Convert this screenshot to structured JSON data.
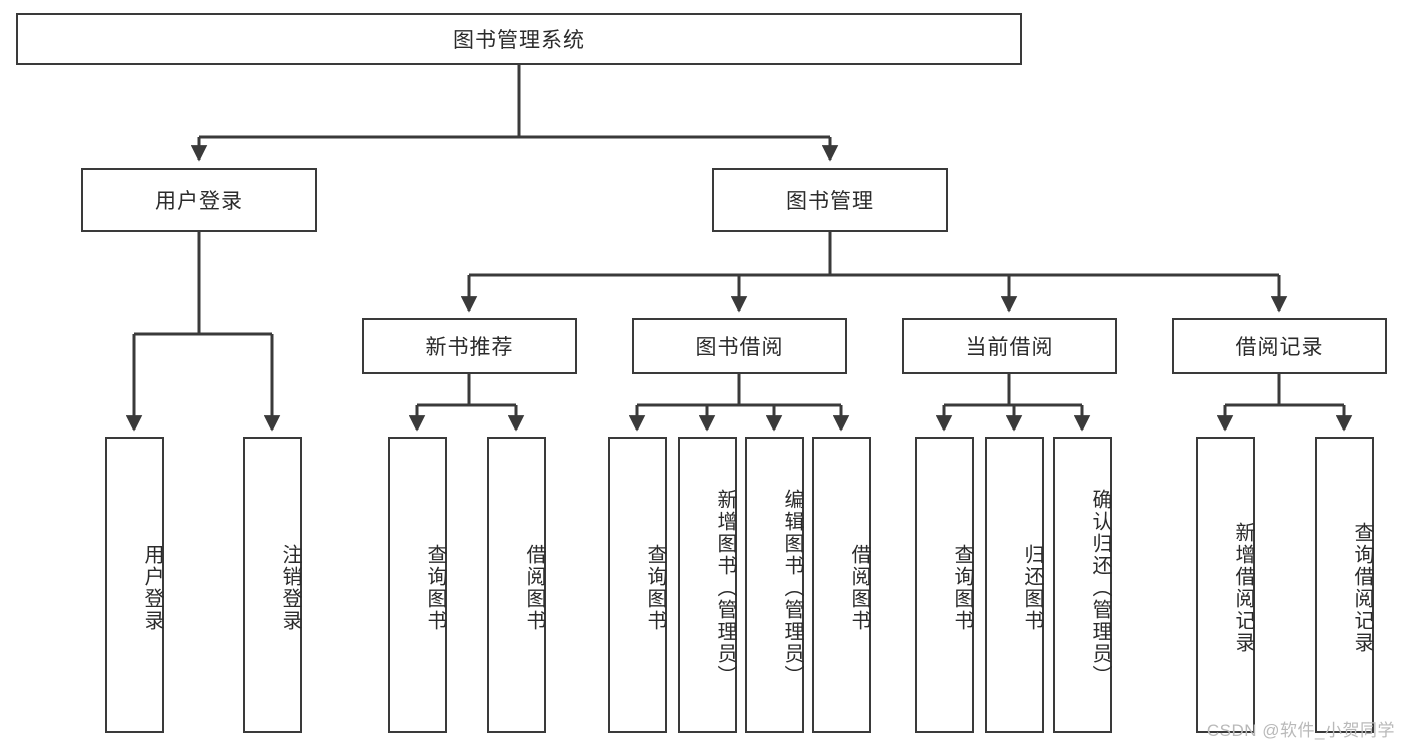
{
  "diagram": {
    "type": "hierarchy-tree",
    "title_node": {
      "label": "图书管理系统"
    },
    "level2": [
      {
        "id": "user-login",
        "label": "用户登录"
      },
      {
        "id": "book-manage",
        "label": "图书管理"
      }
    ],
    "level3": [
      {
        "id": "new-book-recommend",
        "label": "新书推荐"
      },
      {
        "id": "book-borrow",
        "label": "图书借阅"
      },
      {
        "id": "current-borrow",
        "label": "当前借阅"
      },
      {
        "id": "borrow-record",
        "label": "借阅记录"
      }
    ],
    "leaves": {
      "user_login": [
        {
          "id": "leaf-user-login",
          "label": "用户登录"
        },
        {
          "id": "leaf-logout-login",
          "label": "注销登录"
        }
      ],
      "new_book_recommend": [
        {
          "id": "leaf-query-book-1",
          "label": "查询图书"
        },
        {
          "id": "leaf-borrow-book-1",
          "label": "借阅图书"
        }
      ],
      "book_borrow": [
        {
          "id": "leaf-query-book-2",
          "label": "查询图书"
        },
        {
          "id": "leaf-add-book",
          "label": "新增图书（管理员）"
        },
        {
          "id": "leaf-edit-book",
          "label": "编辑图书（管理员）"
        },
        {
          "id": "leaf-borrow-book-2",
          "label": "借阅图书"
        }
      ],
      "current_borrow": [
        {
          "id": "leaf-query-book-3",
          "label": "查询图书"
        },
        {
          "id": "leaf-return-book",
          "label": "归还图书"
        },
        {
          "id": "leaf-confirm-return",
          "label": "确认归还（管理员）"
        }
      ],
      "borrow_record": [
        {
          "id": "leaf-add-record",
          "label": "新增借阅记录"
        },
        {
          "id": "leaf-query-record",
          "label": "查询借阅记录"
        }
      ]
    }
  },
  "watermark": {
    "text": "CSDN @软件_小贺同学"
  },
  "colors": {
    "stroke": "#3a3a3a",
    "text": "#2b2b2b",
    "background": "#ffffff",
    "watermark": "#b9b9b9"
  }
}
